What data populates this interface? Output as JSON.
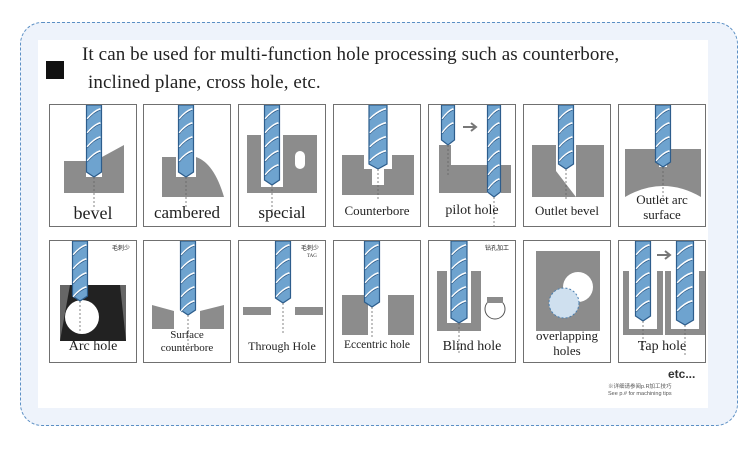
{
  "header": {
    "line1": "It can be used for multi-function hole processing such as counterbore,",
    "line2": "inclined plane, cross hole, etc."
  },
  "rows": [
    [
      {
        "key": "bevel",
        "label": "bevel",
        "fs": 18
      },
      {
        "key": "cambered",
        "label": "cambered",
        "fs": 17
      },
      {
        "key": "special",
        "label": "special",
        "fs": 17
      },
      {
        "key": "counterbore",
        "label": "Counterbore",
        "fs": 13
      },
      {
        "key": "pilot",
        "label": "pilot hole",
        "fs": 14
      },
      {
        "key": "outletbevel",
        "label": "Outlet bevel",
        "fs": 13
      },
      {
        "key": "outletarc",
        "label": "Outlet arc surface",
        "fs": 13,
        "multiline": true
      }
    ],
    [
      {
        "key": "archole",
        "label": "Arc hole",
        "fs": 14
      },
      {
        "key": "surfacecb",
        "label": "Surface counterbore",
        "fs": 11,
        "multiline": true
      },
      {
        "key": "through",
        "label": "Through Hole",
        "fs": 12
      },
      {
        "key": "eccentric",
        "label": "Eccentric hole",
        "fs": 11.5
      },
      {
        "key": "blind",
        "label": "Blind hole",
        "fs": 14
      },
      {
        "key": "overlap",
        "label": "overlapping holes",
        "fs": 13,
        "multiline": true
      },
      {
        "key": "tap",
        "label": "Tap hole",
        "fs": 14
      }
    ]
  ],
  "card_tags": {
    "archole": "毛刺少",
    "through": "毛刺少",
    "blind": "钻孔加工"
  },
  "footer": {
    "etc": "etc...",
    "note_cn": "※详细请参阅p.R加工技巧",
    "note_en": "See p.# for machining tips"
  },
  "colors": {
    "drill_fill": "#6ea3cf",
    "drill_stroke": "#2d5d8c",
    "work": "#8c8c8c",
    "frame": "#5b8fc4"
  }
}
